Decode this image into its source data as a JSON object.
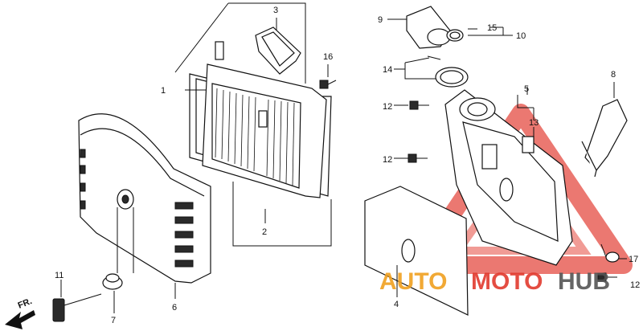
{
  "callouts": [
    {
      "id": "c1",
      "label": "1"
    },
    {
      "id": "c2",
      "label": "2"
    },
    {
      "id": "c3",
      "label": "3"
    },
    {
      "id": "c4",
      "label": "4"
    },
    {
      "id": "c5",
      "label": "5"
    },
    {
      "id": "c6",
      "label": "6"
    },
    {
      "id": "c7",
      "label": "7"
    },
    {
      "id": "c8",
      "label": "8"
    },
    {
      "id": "c9",
      "label": "9"
    },
    {
      "id": "c10",
      "label": "10"
    },
    {
      "id": "c11",
      "label": "11"
    },
    {
      "id": "c12a",
      "label": "12"
    },
    {
      "id": "c12b",
      "label": "12"
    },
    {
      "id": "c12c",
      "label": "12"
    },
    {
      "id": "c13",
      "label": "13"
    },
    {
      "id": "c14",
      "label": "14"
    },
    {
      "id": "c15",
      "label": "15"
    },
    {
      "id": "c16",
      "label": "16"
    },
    {
      "id": "c17",
      "label": "17"
    }
  ],
  "direction_label": "FR.",
  "watermark": {
    "text_auto": "AUTO",
    "text_moto": "MOTO",
    "text_hub": "HUB",
    "color_red": "#e23a2e",
    "color_orange": "#f0a020",
    "color_gray": "#555555"
  }
}
